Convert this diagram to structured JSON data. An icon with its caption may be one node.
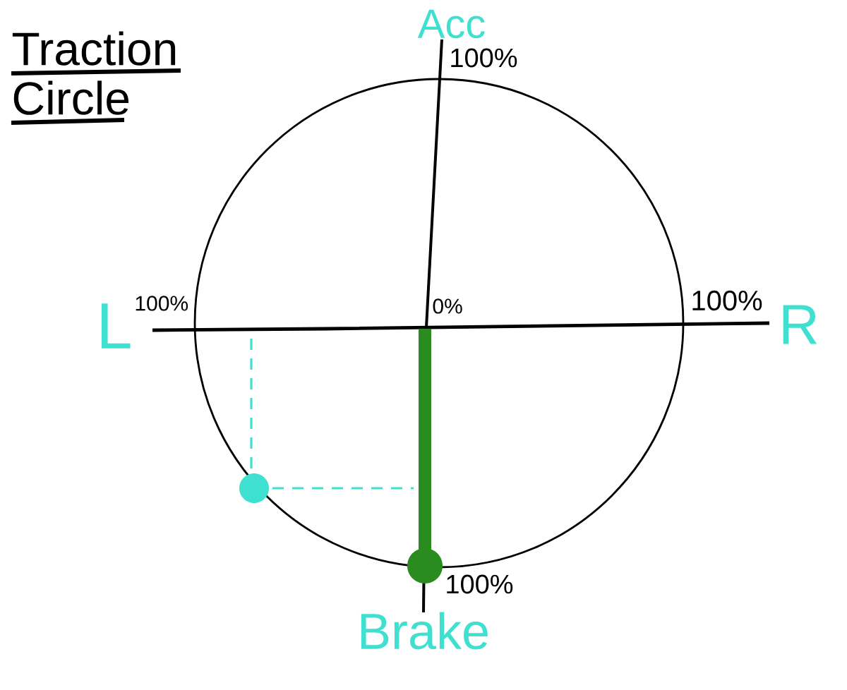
{
  "diagram": {
    "title": "Traction Circle",
    "labels": [
      "Acc",
      "100%",
      "L",
      "100%",
      "0%",
      "100%",
      "R",
      "100%",
      "Brake"
    ]
  }
}
